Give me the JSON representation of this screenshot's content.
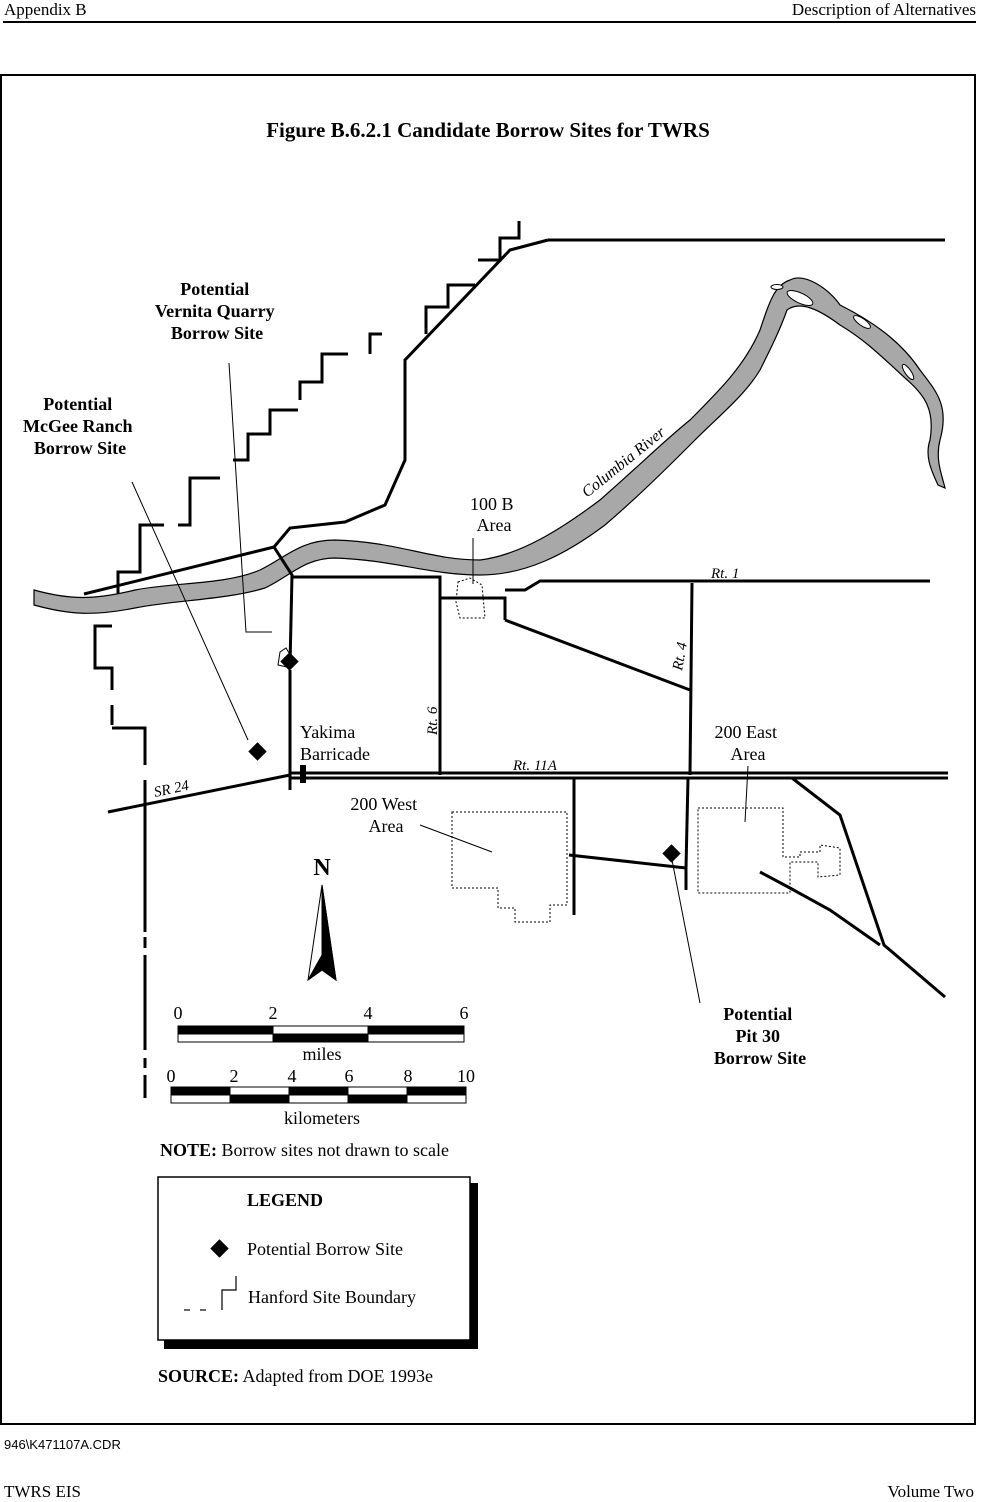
{
  "header": {
    "left": "Appendix B",
    "right": "Description of Alternatives"
  },
  "figure": {
    "title": "Figure B.6.2.1  Candidate Borrow Sites for TWRS",
    "river_label": "Columbia River",
    "areas": {
      "area_100b": [
        "100 B",
        "Area"
      ],
      "area_200e": [
        "200 East",
        "Area"
      ],
      "area_200w": [
        "200 West",
        "Area"
      ],
      "yakima": [
        "Yakima",
        "Barricade"
      ]
    },
    "routes": {
      "rt1": "Rt.  1",
      "rt4": "Rt.  4",
      "rt6": "Rt.  6",
      "rt11a": "Rt.  11A",
      "sr24": "SR  24"
    },
    "sites": {
      "vernita": [
        "Potential",
        "Vernita Quarry",
        "Borrow Site"
      ],
      "mcgee": [
        "Potential",
        "McGee Ranch",
        "Borrow Site"
      ],
      "pit30": [
        "Potential",
        "Pit 30",
        "Borrow Site"
      ]
    },
    "north_label": "N",
    "scale": {
      "miles_ticks": [
        "0",
        "2",
        "4",
        "6"
      ],
      "miles_label": "miles",
      "km_ticks": [
        "0",
        "2",
        "4",
        "6",
        "8",
        "10"
      ],
      "km_label": "kilometers"
    },
    "note": {
      "bold": "NOTE:",
      "text": " Borrow sites not drawn to scale"
    },
    "legend": {
      "title": "LEGEND",
      "items": [
        "Potential Borrow Site",
        "Hanford Site Boundary"
      ]
    },
    "source": {
      "bold": "SOURCE:",
      "text": " Adapted from DOE 1993e"
    },
    "file_code": "946\\K471107A.CDR"
  },
  "footer": {
    "left": "TWRS EIS",
    "right": "Volume Two"
  }
}
